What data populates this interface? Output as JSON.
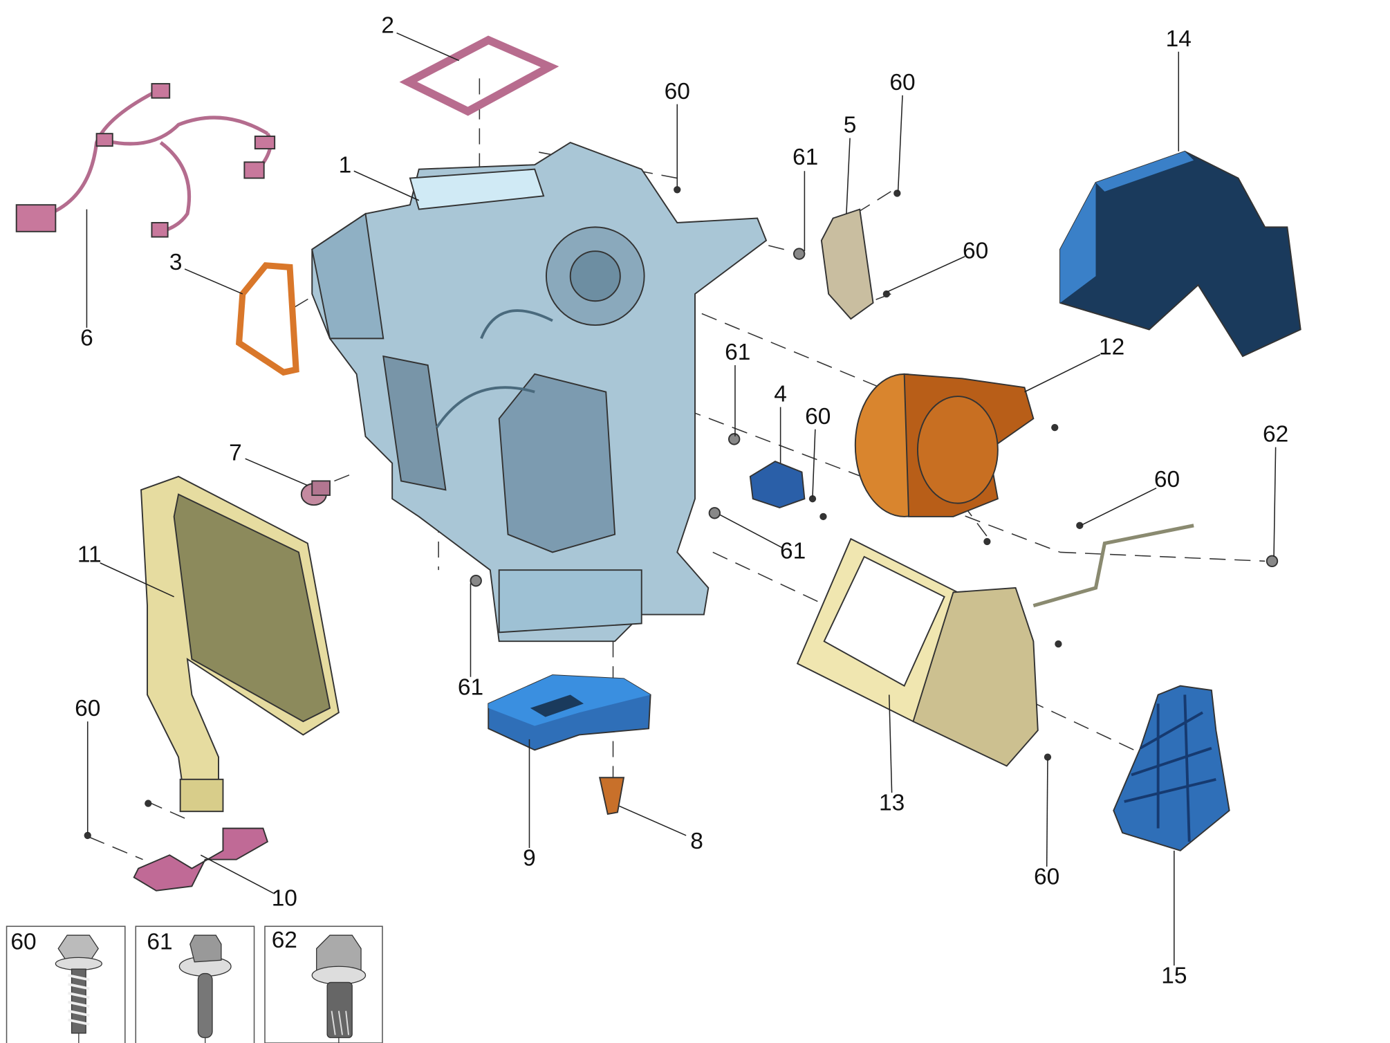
{
  "title": "Heater / blower housing exploded parts diagram",
  "callouts": {
    "c1": "1",
    "c2": "2",
    "c3": "3",
    "c4": "4",
    "c5": "5",
    "c6": "6",
    "c7": "7",
    "c8": "8",
    "c9": "9",
    "c10": "10",
    "c11": "11",
    "c12": "12",
    "c13": "13",
    "c14": "14",
    "c15": "15",
    "s60a": "60",
    "s60b": "60",
    "s60c": "60",
    "s60d": "60",
    "s60e": "60",
    "s60f": "60",
    "s60g": "60",
    "s61a": "61",
    "s61b": "61",
    "s61c": "61",
    "s61d": "61",
    "s62a": "62"
  },
  "fastener_legend": [
    {
      "number": "60",
      "type": "hex-washer-head tapping screw"
    },
    {
      "number": "61",
      "type": "hex-flange bolt"
    },
    {
      "number": "62",
      "type": "hex-flange splined bolt"
    }
  ],
  "colors": {
    "housing": "#a9c6d6",
    "housing_dark": "#5f7f92",
    "gasket_pink": "#c07898",
    "gasket_orange": "#d9772a",
    "blower": "#d9852e",
    "heater_core": "#e6dca0",
    "evaporator": "#8c8a5c",
    "blue_part": "#2f6fb8",
    "dark_blue": "#1a3a5c",
    "light_blue": "#3a8fe0"
  }
}
